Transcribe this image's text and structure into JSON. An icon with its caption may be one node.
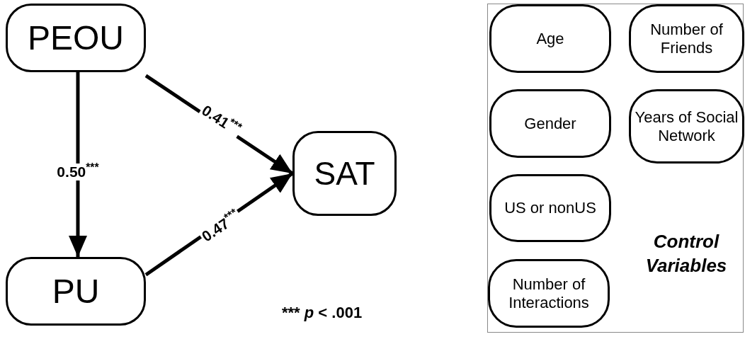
{
  "diagram": {
    "nodes": [
      {
        "text": [
          "PEOU"
        ]
      },
      {
        "text": [
          "PU"
        ]
      },
      {
        "text": [
          "SAT"
        ]
      },
      {
        "text": [
          "Control Variables"
        ]
      },
      {
        "text": [
          "Age"
        ],
        "in": 3
      },
      {
        "text": [
          "Number of Friends"
        ],
        "in": 3
      },
      {
        "text": [
          "Gender"
        ],
        "in": 3
      },
      {
        "text": [
          "Years of Social Network"
        ],
        "in": 3
      },
      {
        "text": [
          "US or nonUS"
        ],
        "in": 3
      },
      {
        "text": [
          "Number of Interactions"
        ],
        "in": 3
      }
    ],
    "edges": [
      {
        "from": 0,
        "to": 1,
        "arrow": "to",
        "label": "0.50$^{***}$"
      },
      {
        "from": 0,
        "to": 2,
        "arrow": "to",
        "label": "0.41$^{***}$"
      },
      {
        "from": 1,
        "to": 2,
        "arrow": "to",
        "label": "0.47$^{***}$"
      }
    ],
    "labels": [
      "*** *p* < .001"
    ]
  }
}
